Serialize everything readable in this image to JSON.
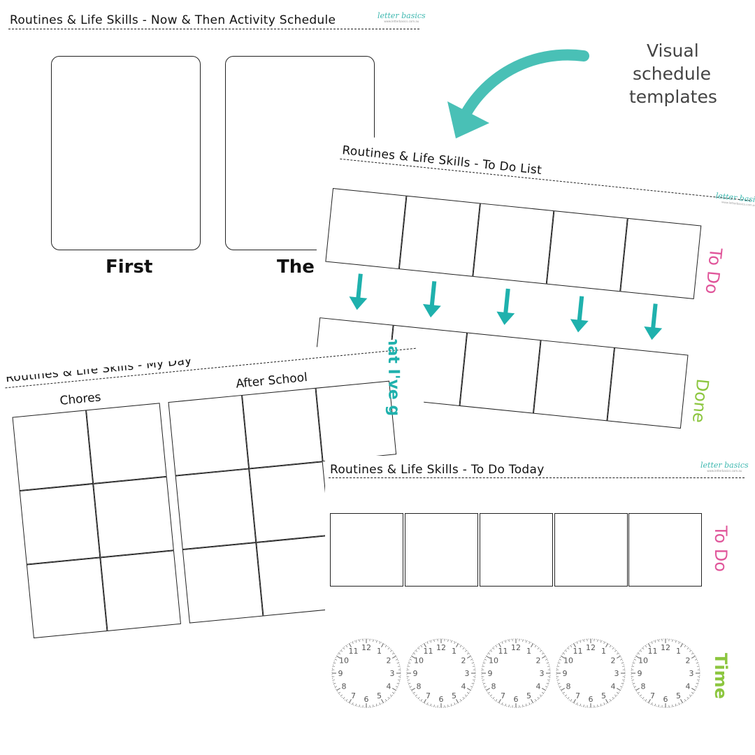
{
  "caption": {
    "lines": [
      "Visual",
      "schedule",
      "templates"
    ]
  },
  "colors": {
    "teal": "#1fb1ad",
    "pink": "#e0559a",
    "green": "#8cc63f",
    "arrow": "#49c0b6"
  },
  "logo": {
    "brand": "letter basics",
    "url": "www.letterbasics.com.au"
  },
  "now_then": {
    "title": "Routines & Life Skills - Now & Then Activity Schedule",
    "first_label": "First",
    "then_label": "Then"
  },
  "todo_list": {
    "title": "Routines & Life Skills - To Do List",
    "todo_label": "To Do",
    "done_label": "Done",
    "side_label": "What I've g"
  },
  "my_day": {
    "title": "Routines & Life Skills - My Day",
    "chores_label": "Chores",
    "after_school_label": "After School"
  },
  "todo_today": {
    "title": "Routines & Life Skills - To Do Today",
    "todo_label": "To Do",
    "time_label": "Time",
    "clock_numbers": [
      "12",
      "1",
      "2",
      "3",
      "4",
      "5",
      "6",
      "7",
      "8",
      "9",
      "10",
      "11"
    ]
  }
}
